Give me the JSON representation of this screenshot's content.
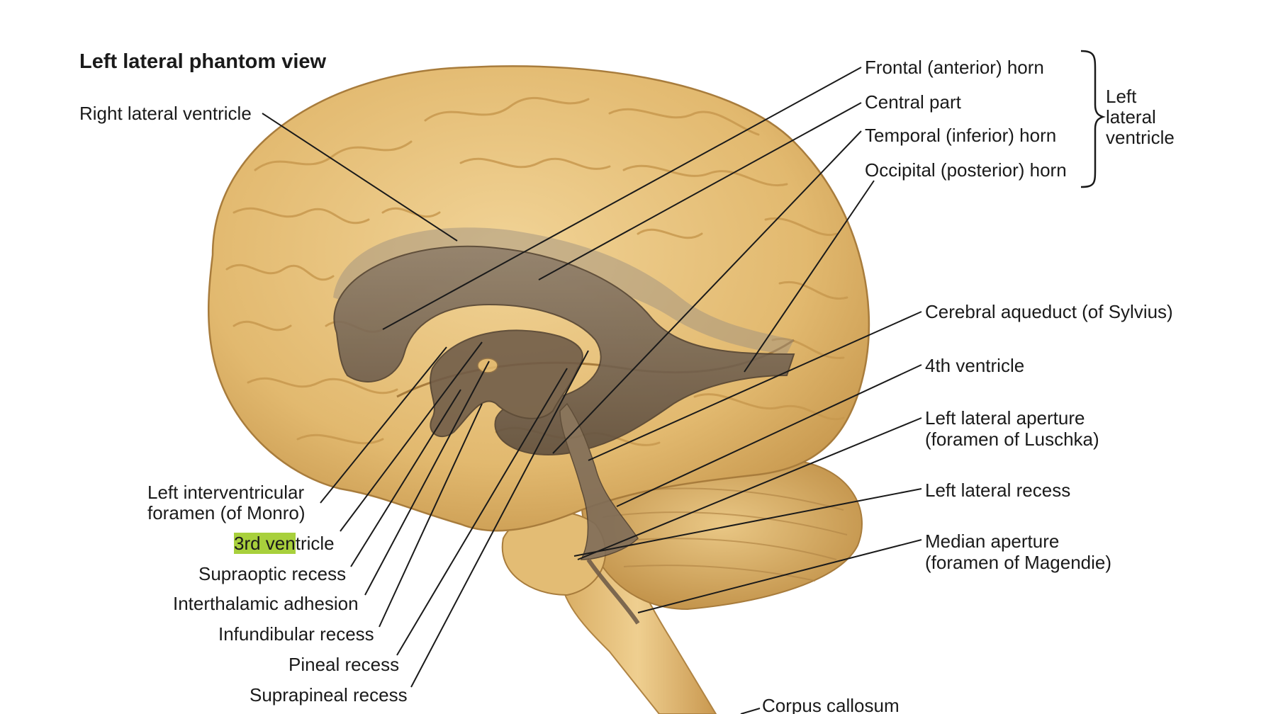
{
  "title": "Left lateral phantom view",
  "labels_left": {
    "right_lateral_ventricle": "Right lateral ventricle",
    "left_interventricular_foramen_1": "Left interventricular",
    "left_interventricular_foramen_2": "foramen (of Monro)",
    "third_ventricle_highlighted": "3rd ven",
    "third_ventricle_rest": "tricle",
    "supraoptic_recess": "Supraoptic recess",
    "interthalamic_adhesion": "Interthalamic adhesion",
    "infundibular_recess": "Infundibular recess",
    "pineal_recess": "Pineal recess",
    "suprapineal_recess": "Suprapineal recess"
  },
  "labels_right": {
    "frontal_horn": "Frontal (anterior) horn",
    "central_part": "Central part",
    "temporal_horn": "Temporal (inferior) horn",
    "occipital_horn": "Occipital (posterior) horn",
    "group_label": [
      "Left",
      "lateral",
      "ventricle"
    ],
    "cerebral_aqueduct": "Cerebral aqueduct (of Sylvius)",
    "fourth_ventricle": "4th ventricle",
    "left_lateral_aperture_1": "Left lateral aperture",
    "left_lateral_aperture_2": "(foramen of Luschka)",
    "left_lateral_recess": "Left lateral recess",
    "median_aperture_1": "Median aperture",
    "median_aperture_2": "(foramen of Magendie)",
    "corpus_callosum": "Corpus callosum"
  },
  "colors": {
    "brain_fill": "#e5c17a",
    "brain_shadow": "#b98c45",
    "gyrus_line": "#c9a05a",
    "ventricle": "#6b5a4a",
    "highlight": "#a8d03c",
    "leader_line": "#1a1a1a"
  }
}
